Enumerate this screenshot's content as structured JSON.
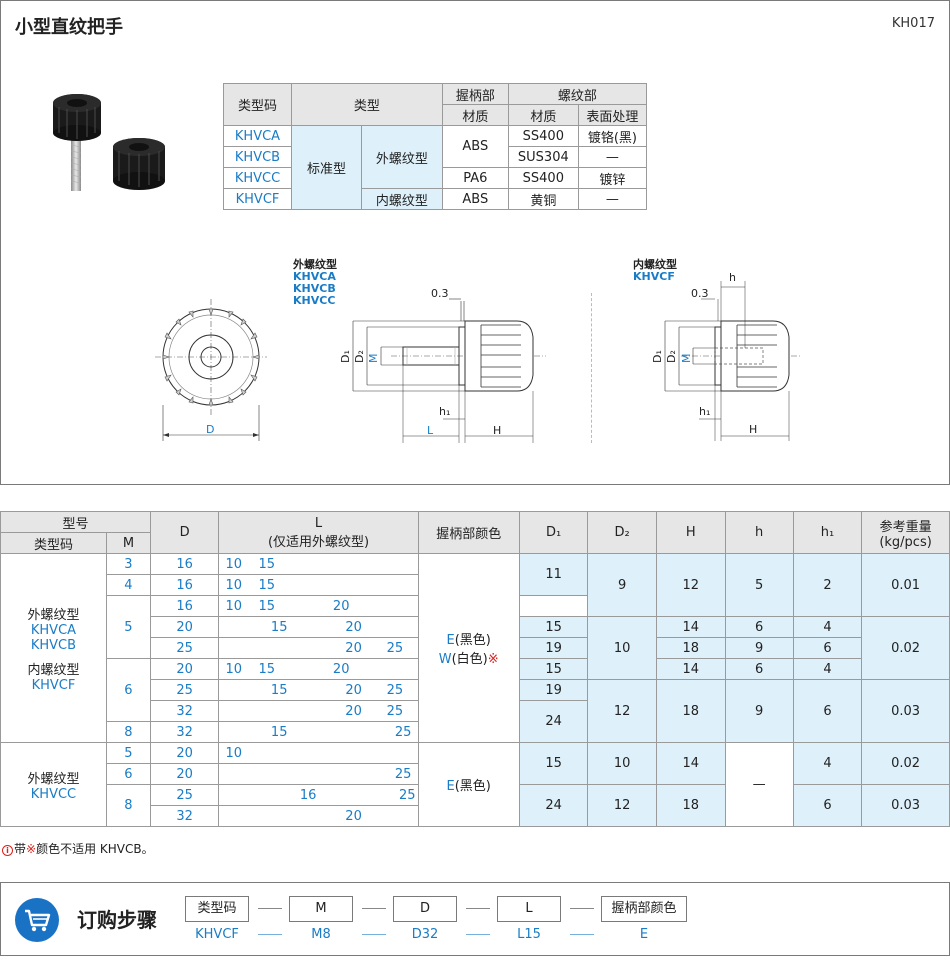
{
  "header": {
    "title": "小型直纹把手",
    "code": "KH017"
  },
  "material_table": {
    "headers": {
      "type_code": "类型码",
      "type": "类型",
      "grip": "握柄部",
      "thread": "螺纹部",
      "material": "材质",
      "material2": "材质",
      "surface": "表面处理"
    },
    "rows": [
      {
        "code": "KHVCA",
        "category": "标准型",
        "subtype": "外螺纹型",
        "grip_material": "ABS",
        "thread_material": "SS400",
        "surface": "镀铬(黑)"
      },
      {
        "code": "KHVCB",
        "thread_material": "SUS304",
        "surface": "—"
      },
      {
        "code": "KHVCC",
        "grip_material": "PA6",
        "thread_material": "SS400",
        "surface": "镀锌"
      },
      {
        "code": "KHVCF",
        "subtype": "内螺纹型",
        "grip_material": "ABS",
        "thread_material": "黄铜",
        "surface": "—"
      }
    ]
  },
  "drawings": {
    "external": {
      "title": "外螺纹型",
      "codes": [
        "KHVCA",
        "KHVCB",
        "KHVCC"
      ]
    },
    "internal": {
      "title": "内螺纹型",
      "codes": [
        "KHVCF"
      ]
    },
    "dims": {
      "d": "D",
      "d1": "D₁",
      "d2": "D₂",
      "m": "M",
      "h1": "h₁",
      "l": "L",
      "h": "H",
      "hh": "h",
      "gap": "0.3"
    }
  },
  "spec_table": {
    "headers": {
      "model": "型号",
      "type_code": "类型码",
      "m": "M",
      "d": "D",
      "l": "L",
      "l_sub": "(仅适用外螺纹型)",
      "color": "握柄部颜色",
      "d1": "D₁",
      "d2": "D₂",
      "h": "H",
      "hh": "h",
      "h1": "h₁",
      "weight": "参考重量",
      "weight_unit": "(kg/pcs)"
    },
    "group1": {
      "labels": [
        "外螺纹型",
        "KHVCA",
        "KHVCB",
        "内螺纹型",
        "KHVCF"
      ],
      "color": [
        "E(黑色)",
        "W(白色)",
        "※"
      ]
    },
    "group2": {
      "labels": [
        "外螺纹型",
        "KHVCC"
      ],
      "color": "E(黑色)"
    },
    "m_values": [
      "3",
      "4",
      "5",
      "6",
      "8",
      "5",
      "6",
      "8"
    ],
    "rows": [
      {
        "d": "16",
        "l": "10    15"
      },
      {
        "d": "16",
        "l": "10    15"
      },
      {
        "d": "16",
        "l": "10    15              20"
      },
      {
        "d": "20",
        "l": "           15              20"
      },
      {
        "d": "25",
        "l": "                             20      25"
      },
      {
        "d": "20",
        "l": "10    15              20"
      },
      {
        "d": "25",
        "l": "           15              20      25"
      },
      {
        "d": "32",
        "l": "                             20      25"
      },
      {
        "d": "32",
        "l": "           15                          25"
      },
      {
        "d": "20",
        "l": "10"
      },
      {
        "d": "20",
        "l": "                                         25"
      },
      {
        "d": "25",
        "l": "                  16                    25"
      },
      {
        "d": "32",
        "l": "                             20"
      }
    ],
    "vals": {
      "d1": [
        "11",
        "15",
        "19",
        "15",
        "19",
        "24",
        "15",
        "24"
      ],
      "d2": [
        "9",
        "10",
        "12",
        "10",
        "12"
      ],
      "h": [
        "12",
        "14",
        "18",
        "14",
        "18",
        "14",
        "18"
      ],
      "hh": [
        "5",
        "6",
        "9",
        "6",
        "9",
        "—"
      ],
      "h1": [
        "2",
        "4",
        "6",
        "4",
        "6",
        "4",
        "6"
      ],
      "w": [
        "0.01",
        "0.02",
        "0.03",
        "0.02",
        "0.03"
      ]
    }
  },
  "note": {
    "prefix": "带",
    "mark": "※",
    "text": "颜色不适用 KHVCB。"
  },
  "order": {
    "title": "订购步骤",
    "steps": [
      "类型码",
      "M",
      "D",
      "L",
      "握柄部颜色"
    ],
    "example": [
      "KHVCF",
      "M8",
      "D32",
      "L15",
      "E"
    ]
  },
  "colors": {
    "accent_blue": "#1a7cc6",
    "light_blue": "#def1fb",
    "header_grey": "#e6e6e6",
    "note_red": "#d9221c"
  }
}
